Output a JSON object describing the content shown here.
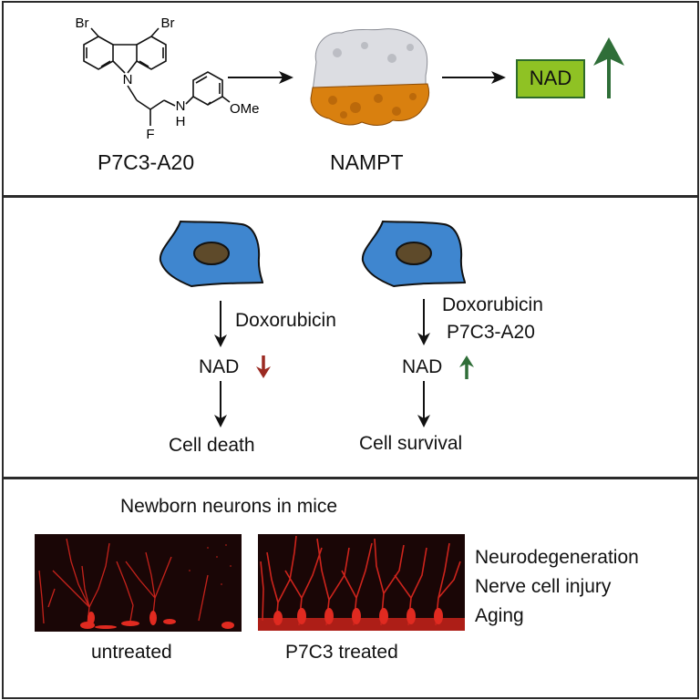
{
  "panel_top": {
    "compound": {
      "label": "P7C3-A20",
      "atoms": {
        "br_left": "Br",
        "br_right": "Br",
        "n_ring": "N",
        "fluorine": "F",
        "n_amine": "N",
        "h_amine": "H",
        "methoxy": "OMe"
      }
    },
    "enzyme": {
      "label": "NAMPT"
    },
    "product": {
      "label": "NAD",
      "trend": "up"
    },
    "colors": {
      "nad_box_fill": "#8fc224",
      "nad_box_border": "#2e6b2a",
      "up_arrow": "#2f6e38",
      "protein_top": "#d9dbe0",
      "protein_bottom": "#d9800f"
    }
  },
  "panel_middle": {
    "left": {
      "treatment": "Doxorubicin",
      "nad_label": "NAD",
      "nad_trend": "down",
      "outcome": "Cell death"
    },
    "right": {
      "treatment_line1": "Doxorubicin",
      "treatment_line2": "P7C3-A20",
      "nad_label": "NAD",
      "nad_trend": "up",
      "outcome": "Cell survival"
    },
    "colors": {
      "cell_body": "#3f86cf",
      "nucleus": "#5e4a2a",
      "down_arrow": "#9b2a22",
      "up_arrow": "#2f6e38"
    }
  },
  "panel_bottom": {
    "title": "Newborn neurons in mice",
    "images": [
      {
        "caption": "untreated"
      },
      {
        "caption": "P7C3 treated"
      }
    ],
    "conditions": [
      "Neurodegeneration",
      "Nerve cell injury",
      "Aging"
    ]
  }
}
